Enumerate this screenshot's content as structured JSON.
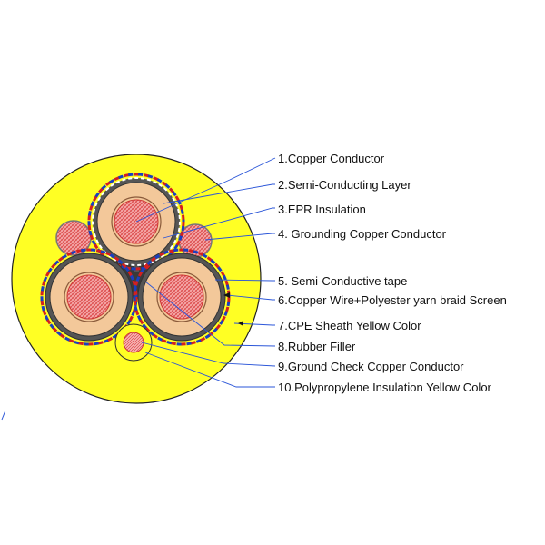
{
  "colors": {
    "sheath": "#ffff24",
    "sheath_stroke": "#222222",
    "conductor_fill": "#f4a7a7",
    "conductor_hatch": "#d63a3a",
    "insulation": "#f3c89a",
    "screen": "#555555",
    "semi_tape_red": "#d32020",
    "semi_tape_blue": "#1a3fc0",
    "leader_line": "#2a55d8",
    "text": "#111111"
  },
  "labels": [
    {
      "id": "copper-conductor",
      "text": "1.Copper Conductor"
    },
    {
      "id": "semi-conducting-layer",
      "text": "2.Semi-Conducting Layer"
    },
    {
      "id": "epr-insulation",
      "text": "3.EPR Insulation"
    },
    {
      "id": "grounding-copper-conductor",
      "text": "4. Grounding Copper Conductor"
    },
    {
      "id": "semi-conductive-tape",
      "text": "5. Semi-Conductive tape"
    },
    {
      "id": "copper-wire-braid-screen",
      "text": "6.Copper Wire+Polyester yarn braid Screen"
    },
    {
      "id": "cpe-sheath",
      "text": "7.CPE Sheath Yellow Color"
    },
    {
      "id": "rubber-filler",
      "text": "8.Rubber Filler"
    },
    {
      "id": "ground-check-conductor",
      "text": "9.Ground Check Copper Conductor"
    },
    {
      "id": "polypropylene-insulation",
      "text": "10.Polypropylene Insulation Yellow Color"
    }
  ]
}
